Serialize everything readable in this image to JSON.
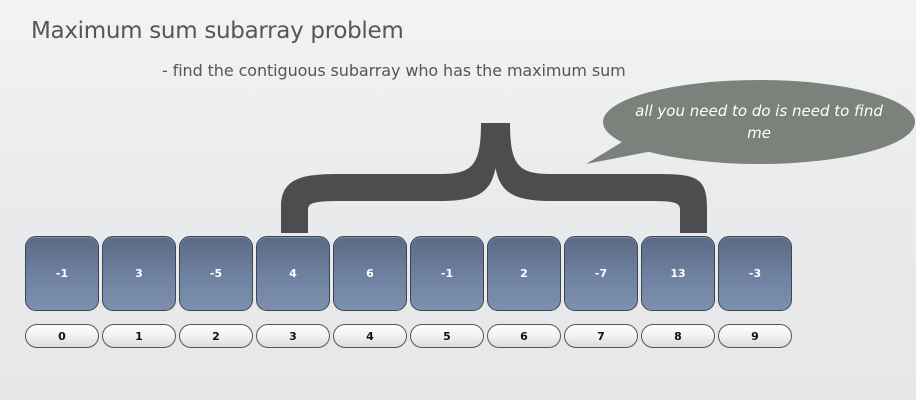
{
  "slide": {
    "title": "Maximum sum subarray problem",
    "subtitle": "- find the contiguous subarray who has the maximum sum",
    "callout": "all you need to do is need to find me"
  },
  "array": {
    "values": [
      "-1",
      "3",
      "-5",
      "4",
      "6",
      "-1",
      "2",
      "-7",
      "13",
      "-3"
    ],
    "indices": [
      "0",
      "1",
      "2",
      "3",
      "4",
      "5",
      "6",
      "7",
      "8",
      "9"
    ]
  },
  "colors": {
    "cell_fill": "#6f82a1",
    "cell_border": "#3c4655",
    "brace": "#4d4d4f",
    "bubble": "#7d817c",
    "text": "#555658"
  }
}
